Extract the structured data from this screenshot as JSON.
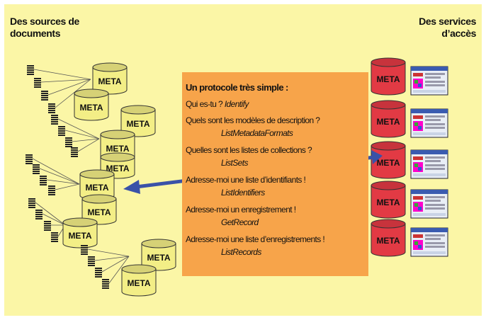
{
  "header": {
    "left_title_line1": "Des sources de",
    "left_title_line2": "documents",
    "right_title_line1": "Des services",
    "right_title_line2": "d’accès"
  },
  "db_label": "META",
  "protocol": {
    "title": "Un protocole très simple :",
    "lines": [
      {
        "q": "Qui es-tu ?",
        "verb": "Identify"
      },
      {
        "q": "Quels sont les modèles de description ?",
        "verb": "ListMetadataFormats"
      },
      {
        "q": "Quelles sont les listes de collections ?",
        "verb": "ListSets"
      },
      {
        "q": "Adresse-moi une liste d’identifiants !",
        "verb": "ListIdentifiers"
      },
      {
        "q": "Adresse-moi un enregistrement !",
        "verb": "GetRecord"
      },
      {
        "q": "Adresse-moi une liste d’enregistrements !",
        "verb": "ListRecords"
      }
    ]
  },
  "colors": {
    "background": "#fbf6a6",
    "protocol_box": "#f7a44a",
    "source_db": "#f3ee86",
    "service_db": "#e23a44",
    "arrow": "#3a52a8"
  }
}
